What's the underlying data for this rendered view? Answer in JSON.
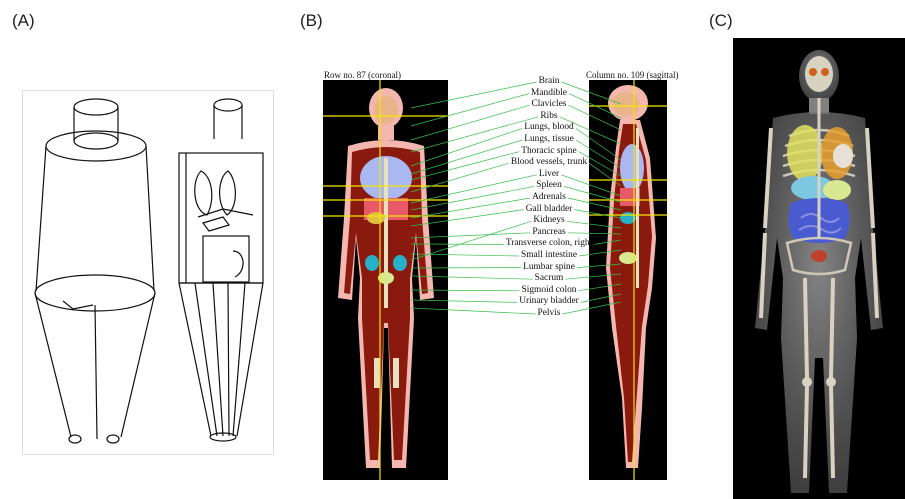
{
  "panels": {
    "a": {
      "label": "(A)"
    },
    "b": {
      "label": "(B)",
      "coronal_title": "Row no. 87 (coronal)",
      "sagittal_title": "Column no. 109 (sagittal)"
    },
    "c": {
      "label": "(C)"
    }
  },
  "organ_labels": [
    "Brain",
    "Mandible",
    "Clavicles",
    "Ribs",
    "Lungs, blood",
    "Lungs, tissue",
    "Thoracic spine",
    "Blood vessels, trunk",
    "Liver",
    "Spleen",
    "Adrenals",
    "Gall bladder",
    "Kidneys",
    "Pancreas",
    "Transverse colon, right",
    "Small intestine",
    "Lumbar spine",
    "Sacrum",
    "Sigmoid colon",
    "Urinary bladder",
    "Pelvis"
  ],
  "colors": {
    "tissue": "#8a1a0e",
    "skin": "#f4b7b0",
    "background_slice": "#000000",
    "crosshair": "#f2e600",
    "leader": "#38c048",
    "bone": "#e9e0c0",
    "lung": "#a9b8f0",
    "kidney": "#27b0c8",
    "intestine": "#4a5ad0"
  }
}
